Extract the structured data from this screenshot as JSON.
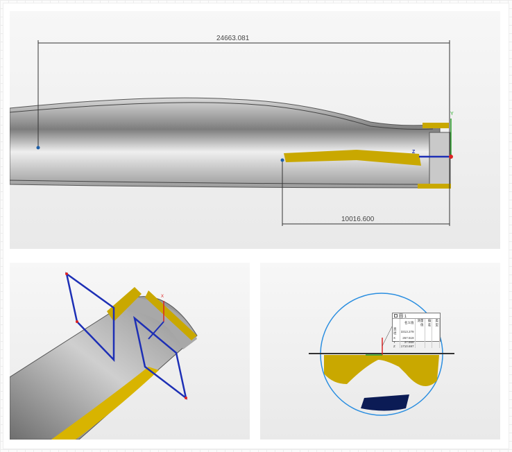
{
  "top_view": {
    "overall_length": "24663.081",
    "partial_length": "10016.600",
    "axis_y": "Y",
    "axis_z": "Z"
  },
  "perspective_view": {
    "axis_x": "X"
  },
  "section_view": {
    "panel_title": "圆 1",
    "headers": [
      "",
      "名义值",
      "测量值",
      "偏差",
      "类型"
    ],
    "rows": [
      [
        "直径",
        "3313.279"
      ],
      [
        "X",
        "267.519"
      ],
      [
        "Y",
        "37.669"
      ],
      [
        "Z",
        "1710.697"
      ]
    ]
  },
  "colors": {
    "scan": "#c9a800",
    "axis_blue": "#1d2fb5",
    "circle": "#2a8ee0",
    "pipe": "#a9a9a9"
  }
}
